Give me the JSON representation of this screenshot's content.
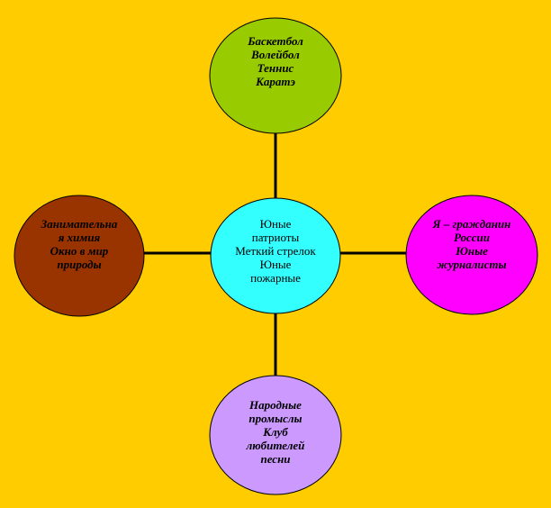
{
  "colors": {
    "background": "#FFCC00",
    "center": "#33FFFF",
    "top": "#99CC00",
    "left": "#993300",
    "right": "#FF00FF",
    "bottom": "#CC99FF",
    "lines": "#000000"
  },
  "nodes": {
    "center": {
      "lines": [
        "Юные",
        "патриоты",
        "Меткий стрелок",
        "Юные",
        "пожарные"
      ]
    },
    "top": {
      "lines": [
        "Баскетбол",
        "Волейбол",
        "Теннис",
        "Каратэ"
      ]
    },
    "left": {
      "lines": [
        "Занимательна",
        "я химия",
        "Окно в мир",
        "природы"
      ]
    },
    "right": {
      "lines": [
        "Я – гражданин",
        "России",
        "Юные",
        "журналисты"
      ]
    },
    "bottom": {
      "lines": [
        "Народные",
        "промыслы",
        "Клуб",
        "любителей",
        "песни"
      ]
    }
  }
}
